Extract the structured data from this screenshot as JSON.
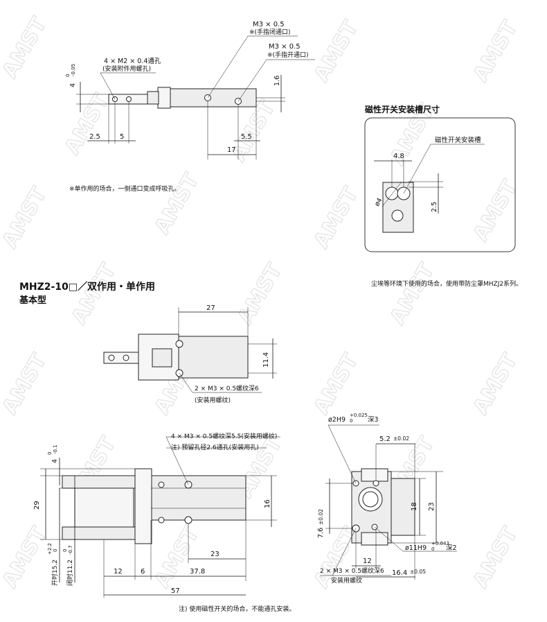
{
  "watermark": "AMST",
  "top_view": {
    "m3_closed": "M3 × 0.5",
    "m3_closed_note": "※(手指闭通口)",
    "m3_open": "M3 × 0.5",
    "m3_open_note": "※(手指开通口)",
    "attach_hole": "4 × M2 × 0.4通孔",
    "attach_hole_note": "(安装附件用螺孔)",
    "dim_4": "4",
    "dim_4_tol": "0",
    "dim_4_tol2": "-0.05",
    "dim_1_6": "1.6",
    "dim_2_5": "2.5",
    "dim_5": "5",
    "dim_5_5": "5.5",
    "dim_17": "17",
    "footnote": "※单作用的场合，一侧通口变成呼吸孔。"
  },
  "switch_box": {
    "title": "磁性开关安装槽尺寸",
    "slot_label": "磁性开关安装槽",
    "dim_4_8": "4.8",
    "dim_phi4": "ø4",
    "dim_2_5": "2.5",
    "dust_note": "尘埃等环境下使用的场合，使用带防尘罩MHZJ2系列。"
  },
  "model": {
    "title": "MHZ2-10□／双作用・单作用",
    "subtitle": "基本型"
  },
  "mid_view": {
    "dim_27": "27",
    "dim_11_4": "11.4",
    "thread": "2 × M3 × 0.5螺纹深6",
    "thread_note": "(安装用螺纹)"
  },
  "front_view": {
    "thread": "4 × M3 × 0.5螺纹深5.5(安装用螺纹)",
    "note_hole": "注) 预留孔径2.6通孔(安装用孔)",
    "dim_4": "4",
    "dim_4_tol": "0",
    "dim_4_tol2": "-0.1",
    "dim_29": "29",
    "dim_16": "16",
    "dim_23": "23",
    "open_label": "开时15.2",
    "open_tol": "+2.2",
    "open_tol2": "0",
    "closed_label": "闭时11.2",
    "closed_tol": "0",
    "closed_tol2": "-0.7",
    "dim_12": "12",
    "dim_6": "6",
    "dim_37_8": "37.8",
    "dim_57": "57",
    "footnote": "注) 使用磁性开关的场合，不能通孔安装。"
  },
  "side_view": {
    "pin_top": "ø2H9",
    "pin_top_tol": "+0.025",
    "pin_top_tol2": "0",
    "pin_top_depth": "深3",
    "dim_5_2": "5.2",
    "dim_5_2_tol": "±0.02",
    "dim_7_6": "7.6",
    "dim_7_6_tol": "±0.02",
    "dim_18": "18",
    "dim_23": "23",
    "dim_12": "12",
    "pin_bottom": "ø11H9",
    "pin_bottom_tol": "+0.043",
    "pin_bottom_tol2": "0",
    "pin_bottom_depth": "深2",
    "dim_16_4": "16.4",
    "dim_16_4_tol": "±0.05",
    "thread": "2 × M3 × 0.5螺纹深6",
    "thread_note": "安装用螺纹"
  }
}
